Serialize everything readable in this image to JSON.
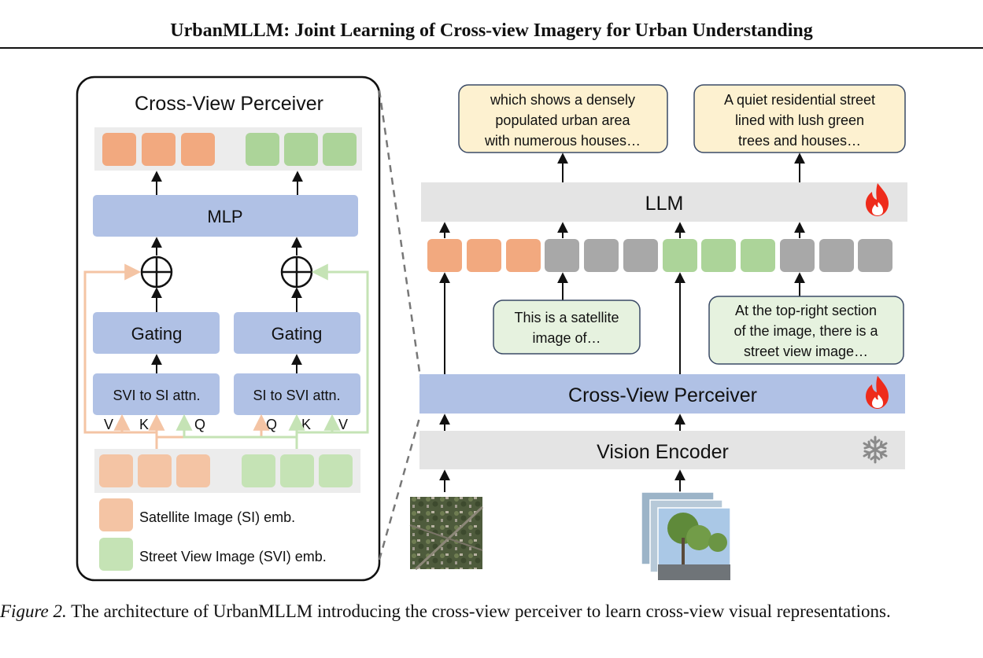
{
  "header": {
    "title": "UrbanMLLM: Joint Learning of Cross-view Imagery for Urban Understanding"
  },
  "figure": {
    "perceiver_panel": {
      "title": "Cross-View Perceiver",
      "mlp": "MLP",
      "gating_left": "Gating",
      "gating_right": "Gating",
      "attn_left": "SVI to SI attn.",
      "attn_right": "SI to SVI attn.",
      "qkv_left": [
        "V",
        "K",
        "Q"
      ],
      "qkv_right": [
        "Q",
        "K",
        "V"
      ],
      "legend_si": "Satellite Image (SI) emb.",
      "legend_svi": "Street View Image (SVI) emb."
    },
    "pipeline": {
      "output_left": [
        "which shows a densely",
        "populated urban area",
        "with numerous houses…"
      ],
      "output_right": [
        "A quiet residential street",
        "lined with lush green",
        "trees and houses…"
      ],
      "llm": "LLM",
      "prompt_left": [
        "This is a satellite",
        "image of…"
      ],
      "prompt_right": [
        "At the top-right section",
        "of the image, there is a",
        "street view image…"
      ],
      "perceiver": "Cross-View Perceiver",
      "encoder": "Vision Encoder",
      "trainable_icon": "fire-icon",
      "frozen_icon": "snowflake-icon"
    },
    "colors": {
      "si": "#f2a97f",
      "si_light": "#f4c4a4",
      "svi": "#acd499",
      "svi_light": "#c5e3b5",
      "blue": "#b0c1e5",
      "gray_token": "#a8a8a8",
      "gray_box": "#e4e4e4",
      "yellow_box": "#fdf1d0",
      "green_box": "#e6f2df"
    }
  },
  "caption": {
    "label": "Figure 2.",
    "text": " The architecture of UrbanMLLM introducing the cross-view perceiver to learn cross-view visual representations."
  }
}
